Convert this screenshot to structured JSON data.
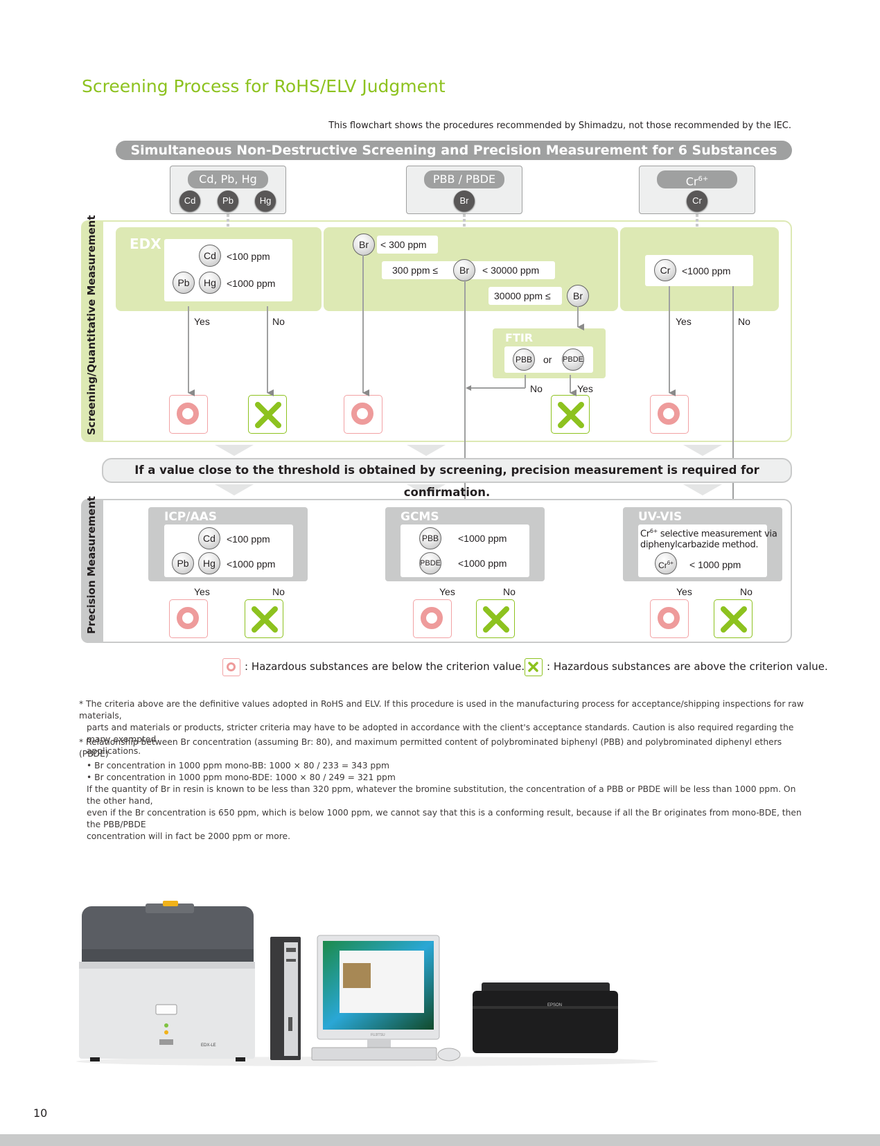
{
  "page_title": "Screening Process for RoHS/ELV Judgment",
  "note": "This flowchart shows the procedures recommended by Shimadzu, not those recommended by the IEC.",
  "banner": "Simultaneous Non-Destructive Screening and Precision Measurement for 6 Substances",
  "groups": [
    {
      "title": "Cd, Pb, Hg",
      "elements": [
        "Cd",
        "Pb",
        "Hg"
      ]
    },
    {
      "title": "PBB / PBDE",
      "elements": [
        "Br"
      ]
    },
    {
      "title": "Cr",
      "title_sup": "6+",
      "elements": [
        "Cr"
      ]
    }
  ],
  "screening": {
    "side_label": "Screening/Quantitative Measurement",
    "edx": {
      "label": "EDX",
      "cd": "Cd",
      "cd_crit": "<100 ppm",
      "pb": "Pb",
      "hg": "Hg",
      "pbhg_crit": "<1000 ppm",
      "yes": "Yes",
      "no": "No"
    },
    "br": {
      "row1_el": "Br",
      "row1_crit": "< 300 ppm",
      "row2_lo": "300 ppm ≤",
      "row2_el": "Br",
      "row2_hi": "< 30000 ppm",
      "row3_lo": "30000 ppm ≤",
      "row3_el": "Br"
    },
    "ftir": {
      "label": "FTIR",
      "pbb": "PBB",
      "or": "or",
      "pbde": "PBDE",
      "no": "No",
      "yes": "Yes"
    },
    "cr": {
      "el": "Cr",
      "crit": "<1000 ppm",
      "yes": "Yes",
      "no": "No"
    }
  },
  "info_bar": "If a value close to the threshold is obtained by screening, precision measurement is required for confirmation.",
  "precision": {
    "side_label": "Precision Measurement",
    "icp": {
      "label": "ICP/AAS",
      "cd": "Cd",
      "cd_crit": "<100 ppm",
      "pb": "Pb",
      "hg": "Hg",
      "pbhg_crit": "<1000 ppm",
      "yes": "Yes",
      "no": "No"
    },
    "gcms": {
      "label": "GCMS",
      "pbb": "PBB",
      "pbb_crit": "<1000 ppm",
      "pbde": "PBDE",
      "pbde_crit": "<1000 ppm",
      "yes": "Yes",
      "no": "No"
    },
    "uvvis": {
      "label": "UV-VIS",
      "line1_el": "Cr",
      "line1_sup": "6+",
      "line1_rest": " selective measurement via",
      "line2": "diphenylcarbazide method.",
      "el": "Cr",
      "el_sup": "6+",
      "crit": "< 1000 ppm",
      "yes": "Yes",
      "no": "No"
    }
  },
  "legend": {
    "ok": ": Hazardous substances are below the criterion value.",
    "ng": ": Hazardous substances are above the criterion value."
  },
  "footnotes": {
    "n1_l1": "* The criteria above are the definitive values adopted in RoHS and ELV. If this procedure is used in the manufacturing process for acceptance/shipping inspections for raw materials,",
    "n1_l2": "parts and materials or products, stricter criteria may have to be adopted in accordance with the client's acceptance standards. Caution is also required regarding the many exempted",
    "n1_l3": "applications.",
    "n2_l1": "* Relationship between Br concentration (assuming Br: 80), and maximum permitted content of polybrominated biphenyl (PBB) and polybrominated diphenyl ethers (PBDE)",
    "n2_l2": "• Br concentration in 1000 ppm mono-BB: 1000 × 80 / 233 = 343 ppm",
    "n2_l3": "• Br concentration in 1000 ppm mono-BDE: 1000 × 80 / 249 = 321 ppm",
    "n2_l4": "If the quantity of Br in resin is known to be less than 320 ppm, whatever the bromine substitution, the concentration of a PBB or PBDE will be less than 1000 ppm. On the other hand,",
    "n2_l5": "even if the Br concentration is 650 ppm, which is below 1000 ppm, we cannot say that this is a conforming result, because if all the Br originates from mono-BDE, then the PBB/PBDE",
    "n2_l6": "concentration will in fact be 2000 ppm or more."
  },
  "equipment": {
    "analyzer_label": "EDX-LE",
    "printer_brand": "EPSON",
    "monitor_brand": "FUJITSU"
  },
  "page_number": "10",
  "colors": {
    "title_green": "#8dc21f",
    "light_green": "#dde9b4",
    "gray": "#9fa0a0",
    "light_gray": "#c9caca",
    "pass_pink": "#ee9b9b",
    "fail_green": "#8dc21f"
  }
}
